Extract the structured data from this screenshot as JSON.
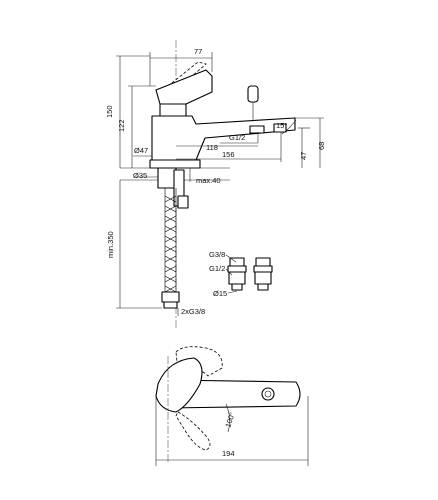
{
  "dimensions": {
    "top_width": "77",
    "height_total": "150",
    "height_spout": "122",
    "diameter_body": "Ø47",
    "thread_outlet": "G1/2",
    "angle_outlet": "15°",
    "height_47": "47",
    "height_68": "68",
    "reach_118": "118",
    "reach_156": "156",
    "diameter_base": "Ø35",
    "max_deck": "max.40",
    "hose_length": "min.350",
    "connector_g38": "G3/8",
    "connector_g12": "G1/2",
    "connector_d15": "Ø15",
    "hose_threads": "2xG3/8",
    "plan_angle": "100°",
    "plan_width": "194"
  }
}
